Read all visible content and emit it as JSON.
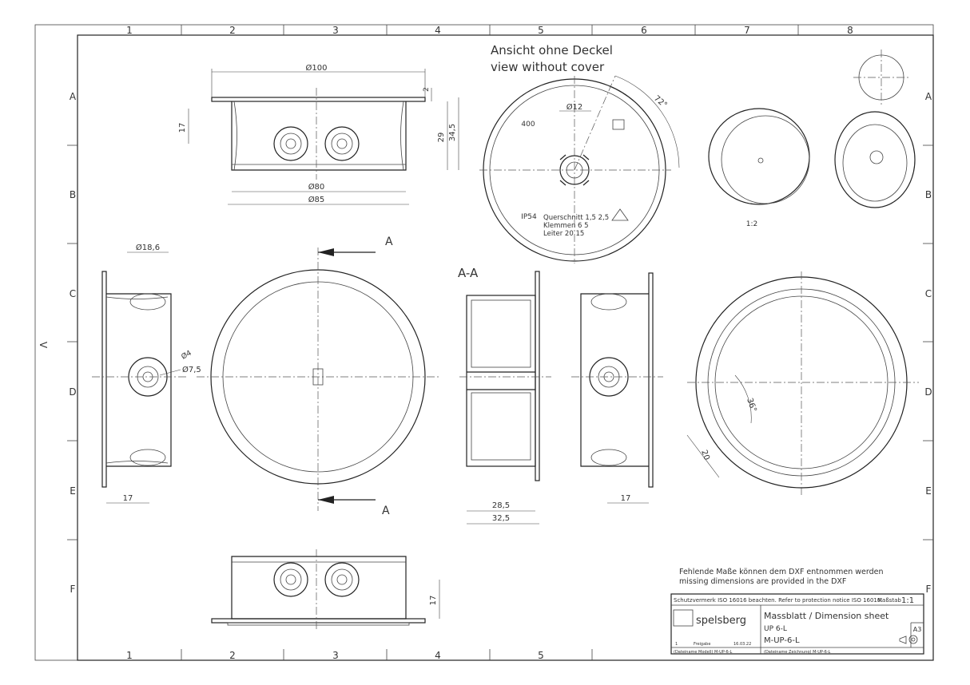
{
  "frame": {
    "columns": [
      "1",
      "2",
      "3",
      "4",
      "5",
      "6",
      "7",
      "8"
    ],
    "rows": [
      "A",
      "B",
      "C",
      "D",
      "E",
      "F"
    ],
    "side_mark": "V"
  },
  "top_view": {
    "dims": {
      "d100": "Ø100",
      "d80": "Ø80",
      "d85": "Ø85",
      "h2": "2",
      "h17": "17",
      "h29": "29",
      "h34_5": "34,5"
    }
  },
  "cover_view": {
    "heading_de": "Ansicht ohne Deckel",
    "heading_en": "view without cover",
    "d12": "Ø12",
    "angle": "72°",
    "mark_400": "400",
    "ip": "IP54",
    "table": {
      "row1": "Querschnitt  1,5  2,5",
      "row2": "Klemmen      6    5",
      "row3": "Leiter      20   15"
    }
  },
  "iso_scale": "1:2",
  "side_view_left": {
    "d18_6": "Ø18,6",
    "d4": "Ø4",
    "d7_5": "Ø7,5",
    "w17": "17"
  },
  "section": {
    "label": "A-A",
    "arrow_label": "A",
    "w28_5": "28,5",
    "w32_5": "32,5"
  },
  "side_view_right": {
    "w17": "17"
  },
  "bottom_ring": {
    "angle": "36°",
    "w20": "20"
  },
  "bottom_view": {
    "h17": "17"
  },
  "note": {
    "de": "Fehlende Maße können dem DXF entnommen werden",
    "en": "missing dimensions are provided in the DXF"
  },
  "title_block": {
    "protection": "Schutzvermerk ISO 16016 beachten. Refer to protection notice ISO 16016.",
    "scale_label": "Maßstab",
    "scale_value": "1:1",
    "brand": "spelsberg",
    "title": "Massblatt / Dimension sheet",
    "product": "UP 6-L",
    "drawing_no": "M-UP-6-L",
    "format": "A3",
    "rev_index": "1",
    "release": "Freigabe",
    "date": "16.03.22",
    "footer_left": "(Dateiname Modell) M-UP-6-L",
    "footer_right": "(Dateiname Zeichnung) M-UP-6-L"
  }
}
